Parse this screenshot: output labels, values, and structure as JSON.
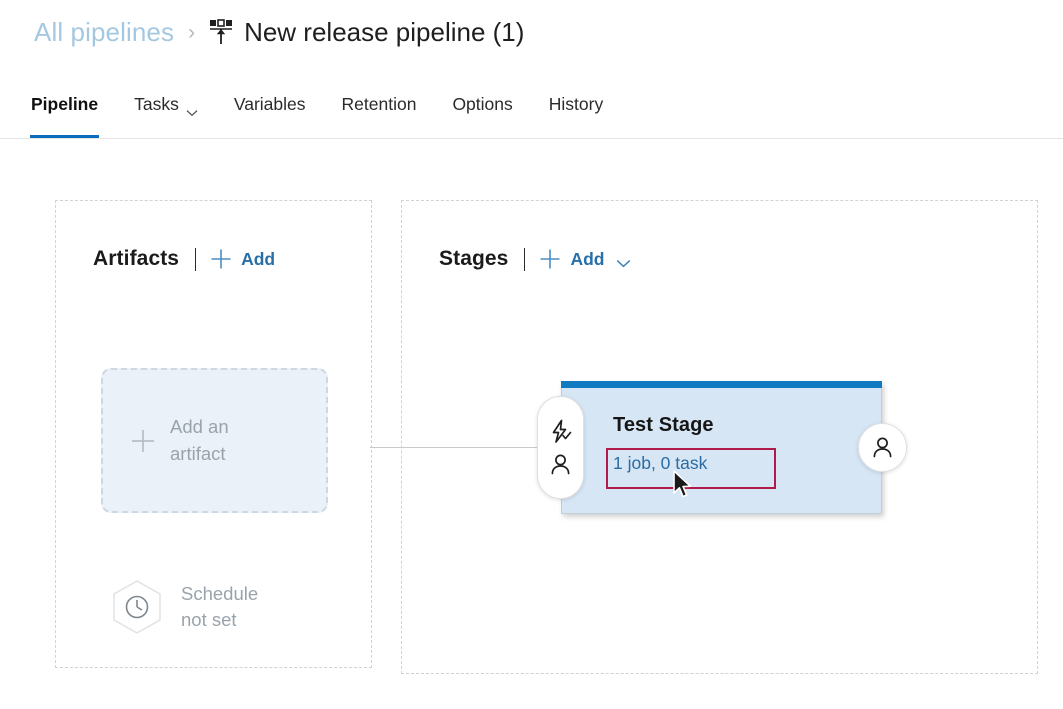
{
  "breadcrumb": {
    "parent_label": "All pipelines",
    "separator": "›",
    "current_label": "New release pipeline (1)",
    "current_icon": "release-pipeline-icon"
  },
  "tabs": [
    {
      "label": "Pipeline",
      "active": true,
      "has_chevron": false
    },
    {
      "label": "Tasks",
      "active": false,
      "has_chevron": true
    },
    {
      "label": "Variables",
      "active": false,
      "has_chevron": false
    },
    {
      "label": "Retention",
      "active": false,
      "has_chevron": false
    },
    {
      "label": "Options",
      "active": false,
      "has_chevron": false
    },
    {
      "label": "History",
      "active": false,
      "has_chevron": false
    }
  ],
  "artifacts": {
    "title": "Artifacts",
    "add_label": "Add",
    "add_icon": "plus-icon",
    "add_artifact_tile": {
      "label": "Add an\nartifact",
      "icon": "plus-icon"
    },
    "schedule": {
      "label": "Schedule\nnot set",
      "icon": "schedule-clock-icon"
    }
  },
  "stages": {
    "title": "Stages",
    "add_label": "Add",
    "add_icon": "plus-icon",
    "add_chevron_icon": "chevron-down-icon",
    "stage_card": {
      "name": "Test Stage",
      "jobs_summary": "1 job, 0 task",
      "pre_deployment_icons": [
        "lightning-check-icon",
        "person-icon"
      ],
      "post_deployment_icon": "person-icon",
      "highlighted": true
    }
  },
  "colors": {
    "accent_blue": "#0f7ac0",
    "link_blue": "#276fa8",
    "breadcrumb_link": "#a4c8e1",
    "stage_card_fill": "#d6e6f5",
    "highlight_red": "#b01c4a",
    "muted_gray": "#9aa3ab",
    "tab_underline": "#0a6cbb"
  }
}
